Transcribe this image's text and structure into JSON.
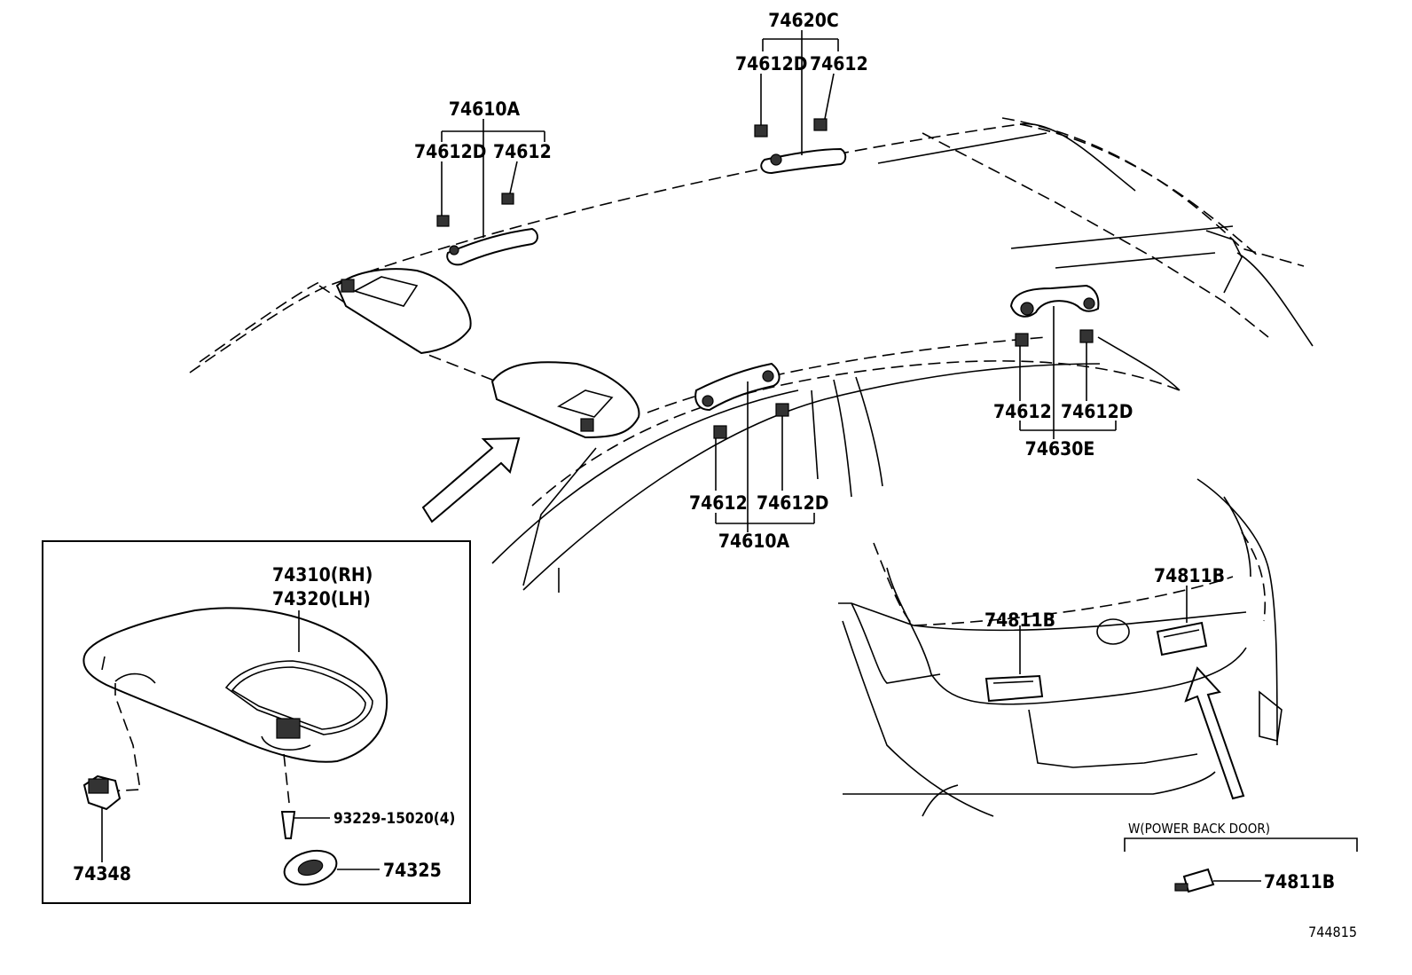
{
  "labels": {
    "handle_front_top": "74610A",
    "clip_d_front_top": "74612D",
    "clip_front_top": "74612",
    "handle_center": "74620C",
    "clip_d_center": "74612D",
    "clip_center": "74612",
    "clip_rear_right": "74612",
    "clip_d_rear_right": "74612D",
    "handle_rear_right": "74630E",
    "clip_front_low": "74612",
    "clip_d_front_low": "74612D",
    "handle_front_low": "74610A",
    "visor_rh": "74310(RH)",
    "visor_lh": "74320(LH)",
    "screw": "93229-15020(4)",
    "holder": "74348",
    "cover": "74325",
    "backdoor_grip_left": "74811B",
    "backdoor_grip_right": "74811B",
    "power_back_door_note": "W(POWER BACK DOOR)",
    "power_back_door_part": "74811B",
    "diagram_number": "744815"
  }
}
